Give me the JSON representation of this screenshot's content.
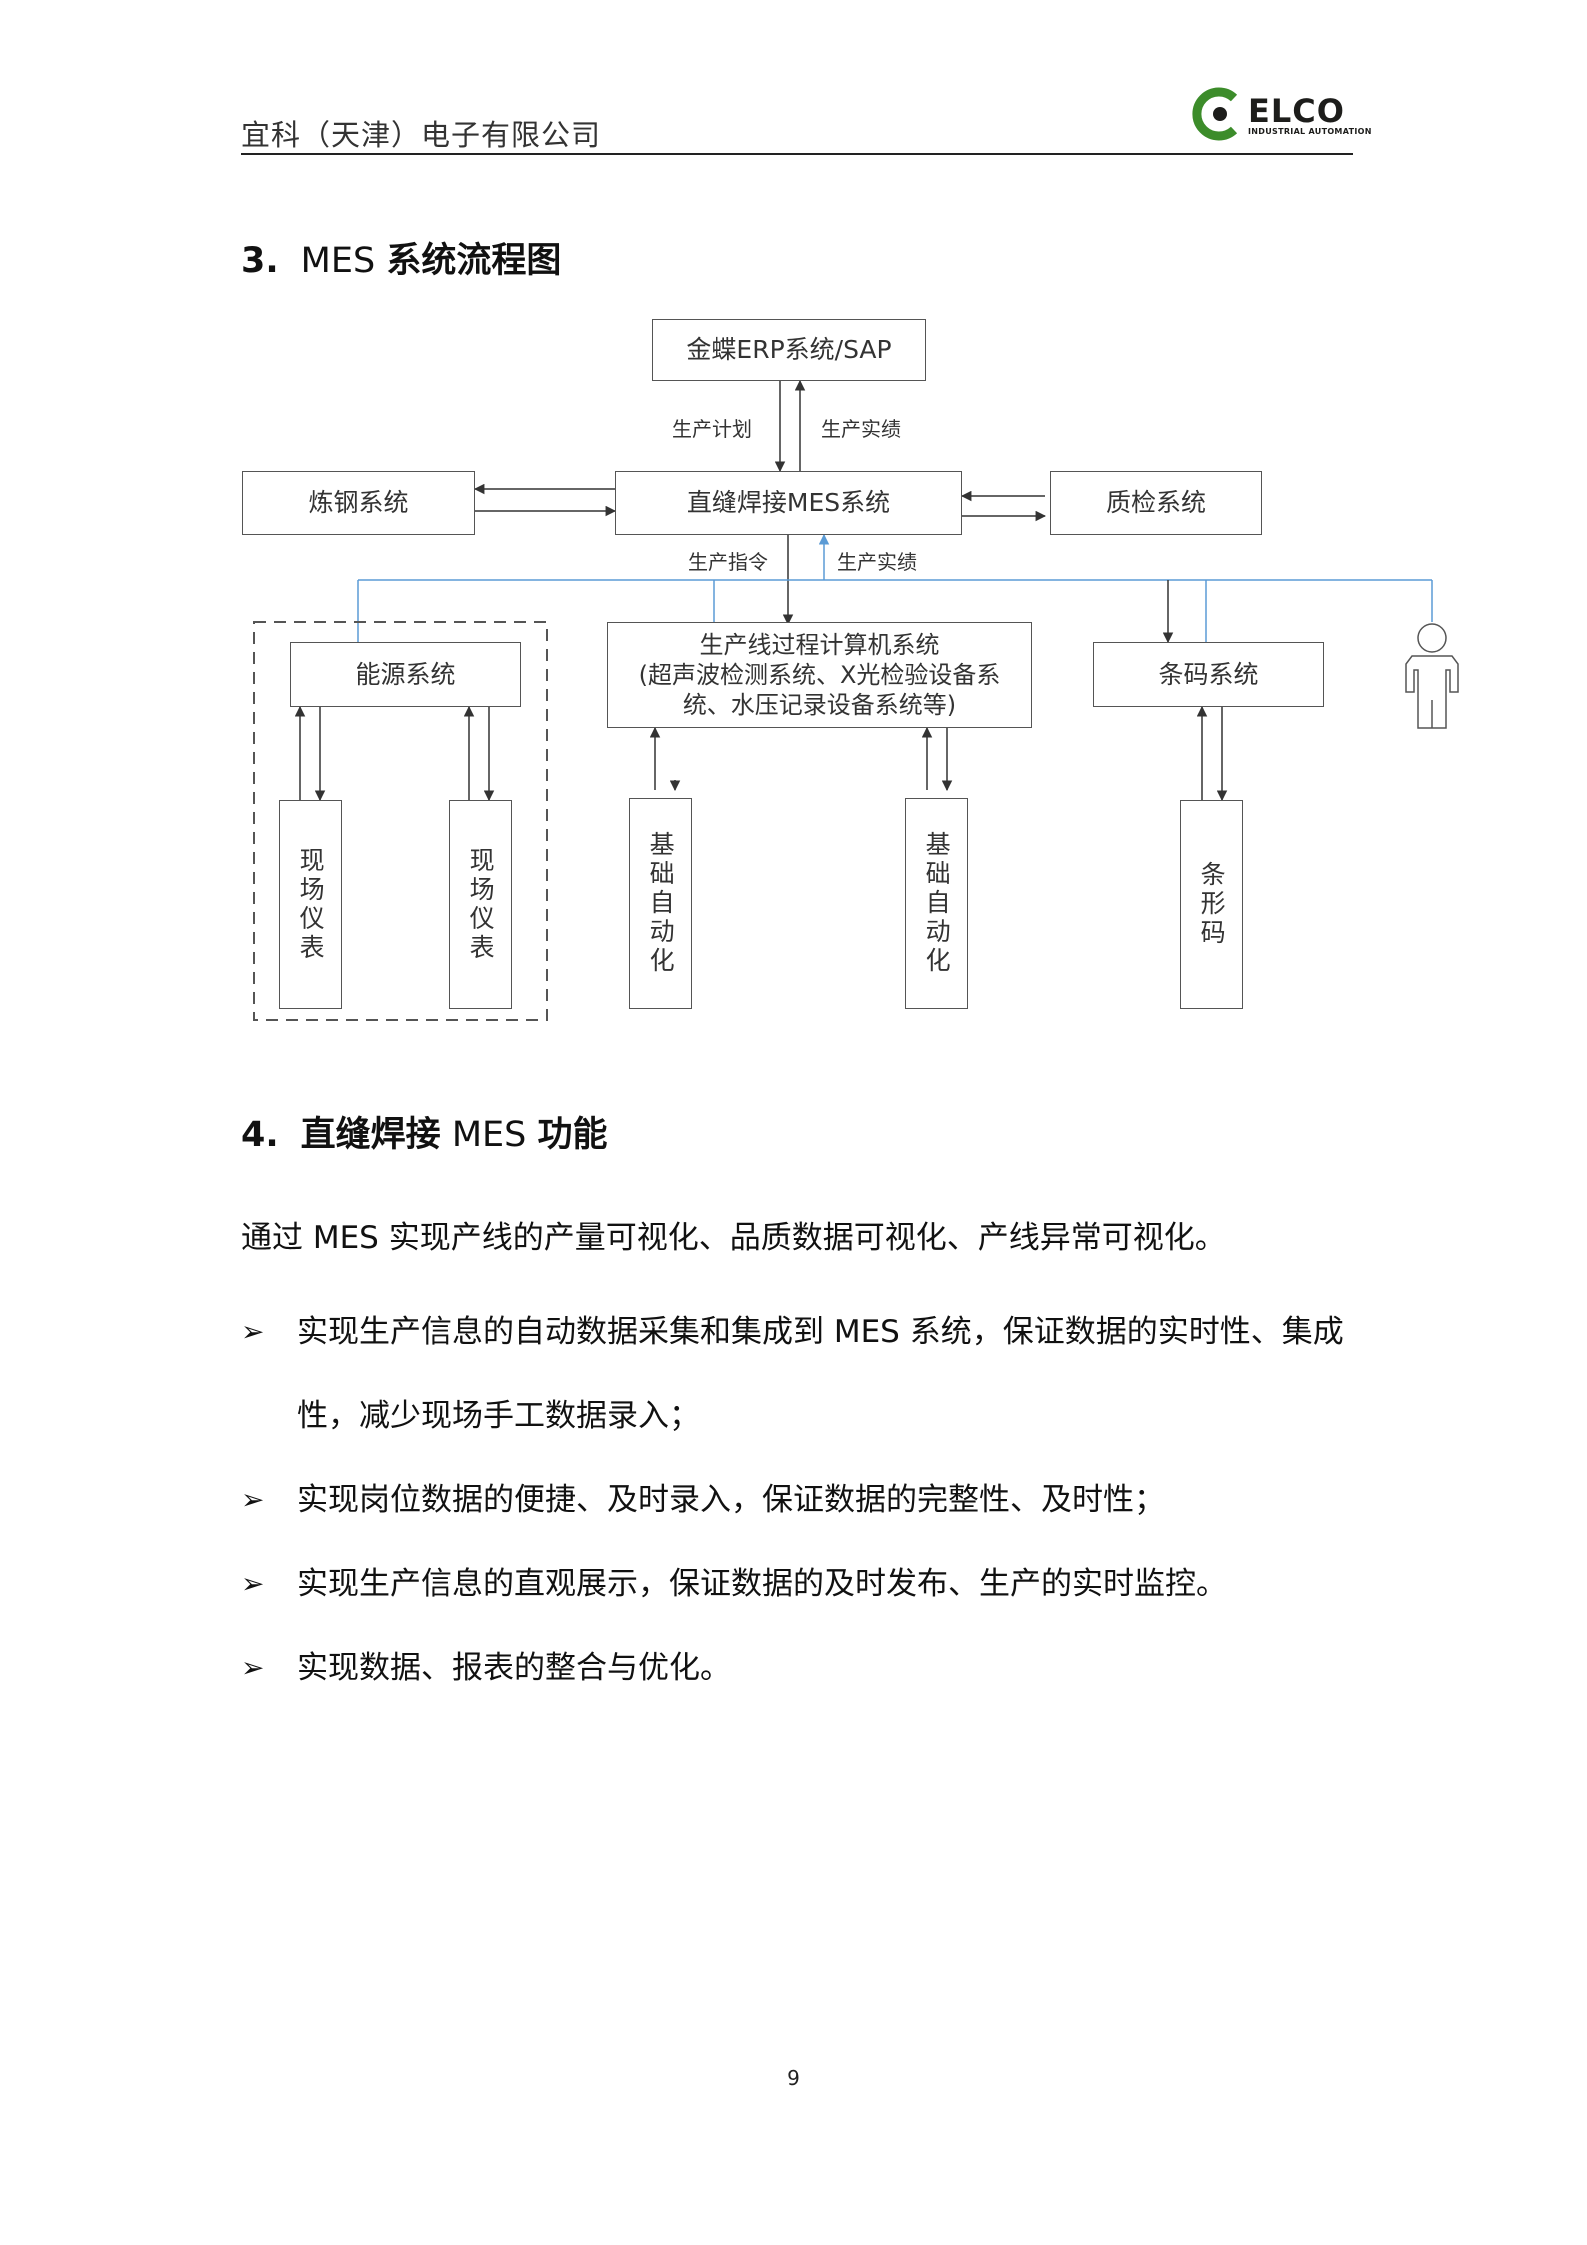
{
  "header": {
    "company": "宜科（天津）电子有限公司",
    "logo_text": "ELCO",
    "logo_subtext": "INDUSTRIAL AUTOMATION",
    "logo_colors": {
      "green": "#3c8c2a",
      "dark": "#1d1d1b"
    }
  },
  "section3": {
    "number": "3.",
    "title_prefix": "MES",
    "title_bold": "系统流程图"
  },
  "diagram": {
    "erp": "金蝶ERP系统/SAP",
    "label_plan": "生产计划",
    "label_actual_top": "生产实绩",
    "steel": "炼钢系统",
    "mes": "直缝焊接MES系统",
    "qc": "质检系统",
    "label_order": "生产指令",
    "label_actual_mid": "生产实绩",
    "energy": "能源系统",
    "process_line1": "生产线过程计算机系统",
    "process_line2": "(超声波检测系统、X光检验设备系",
    "process_line3": "统、水压记录设备系统等)",
    "barcode_system": "条码系统",
    "meter1": "现场仪表",
    "meter2": "现场仪表",
    "auto1": "基础自动化",
    "auto2": "基础自动化",
    "barcode": "条形码",
    "line_color_blue": "#5b9bd5"
  },
  "section4": {
    "number": "4.",
    "title_bold_1": "直缝焊接",
    "title_normal": "MES",
    "title_bold_2": "功能"
  },
  "intro": "通过 MES 实现产线的产量可视化、品质数据可视化、产线异常可视化。",
  "bullet_symbol": "➢",
  "bullets": [
    "实现生产信息的自动数据采集和集成到 MES 系统，保证数据的实时性、集成性，减少现场手工数据录入；",
    "实现岗位数据的便捷、及时录入，保证数据的完整性、及时性；",
    "实现生产信息的直观展示，保证数据的及时发布、生产的实时监控。",
    "实现数据、报表的整合与优化。"
  ],
  "page_number": "9"
}
